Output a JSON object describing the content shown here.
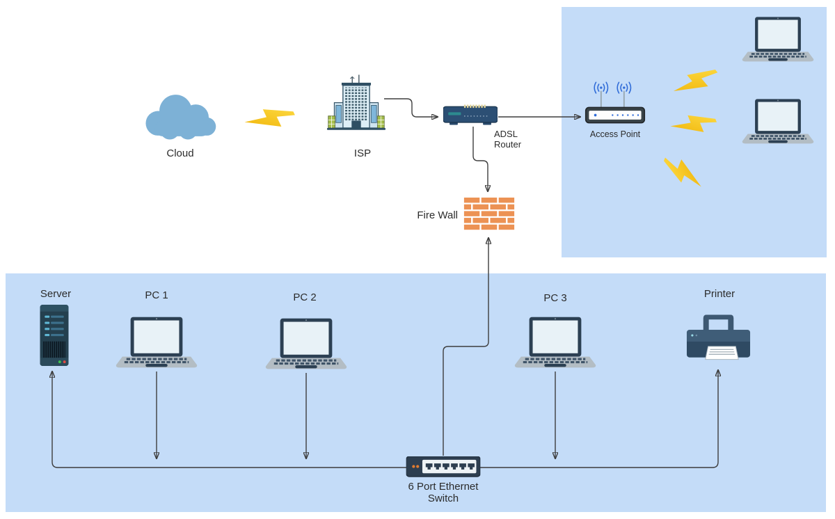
{
  "regions": {
    "wireless_zone": {
      "color": "#c4dcf8"
    },
    "lan_zone": {
      "color": "#c4dcf8"
    }
  },
  "nodes": {
    "cloud": {
      "label": "Cloud",
      "icon": "cloud-icon"
    },
    "isp": {
      "label": "ISP",
      "icon": "office-building-icon"
    },
    "adsl_router": {
      "label": "ADSL Router",
      "icon": "router-icon"
    },
    "access_point": {
      "label": "Access Point",
      "icon": "wireless-access-point-icon"
    },
    "firewall": {
      "label": "Fire Wall",
      "icon": "brick-wall-icon"
    },
    "server": {
      "label": "Server",
      "icon": "server-tower-icon"
    },
    "pc1": {
      "label": "PC 1",
      "icon": "laptop-icon"
    },
    "pc2": {
      "label": "PC 2",
      "icon": "laptop-icon"
    },
    "pc3": {
      "label": "PC 3",
      "icon": "laptop-icon"
    },
    "printer": {
      "label": "Printer",
      "icon": "printer-icon"
    },
    "switch": {
      "label": "6 Port Ethernet Switch",
      "icon": "ethernet-switch-icon"
    },
    "wifi_laptop_1": {
      "icon": "laptop-icon"
    },
    "wifi_laptop_2": {
      "icon": "laptop-icon"
    }
  },
  "decorations": {
    "lightning_bolt_count": 4,
    "bolt_color": "#f6c40f"
  },
  "colors": {
    "zone_background": "#c4dcf8",
    "wire": "#3d3d3d",
    "device_dark_navy": "#2d3e50",
    "firewall_brick": "#ec9254",
    "cloud_fill": "#7db1d6",
    "wifi_signal_blue": "#2f6bd8",
    "switch_led_orange": "#e07b30"
  }
}
